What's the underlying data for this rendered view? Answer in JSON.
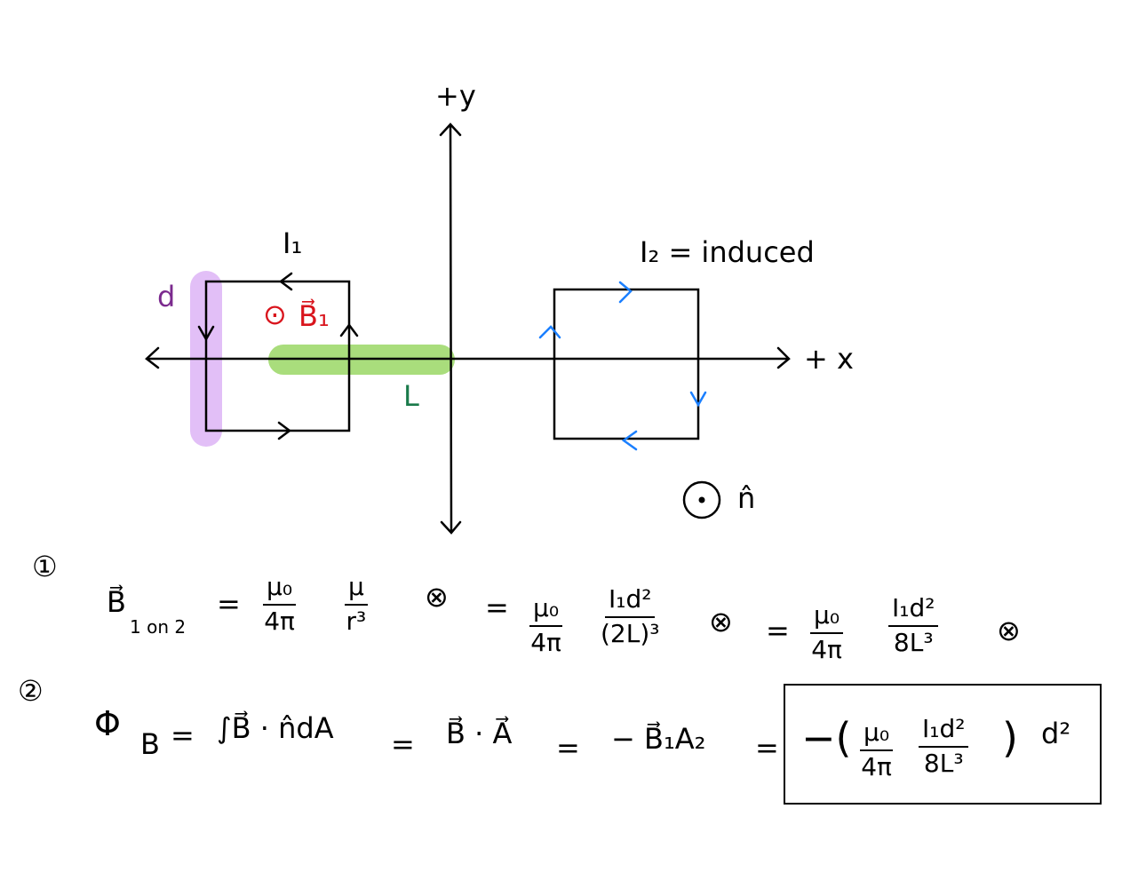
{
  "colors": {
    "ink": "#000000",
    "red": "#d9141c",
    "blue": "#1a7fff",
    "purple": "#7b2a8e",
    "purple_highlight": "#e2bff7",
    "green_text": "#1a7a4a",
    "green_highlight": "#a9dd7c"
  },
  "diagram": {
    "y_axis_label": "+y",
    "x_axis_label": "+ x",
    "loop1_current": "I₁",
    "d_label": "d",
    "b_field_symbol": "⊙",
    "b_field_label": "B⃗₁",
    "L_label": "L",
    "loop2_current": "I₂ = induced",
    "normal_symbol": "⊙",
    "normal_label": "n̂"
  },
  "eq1": {
    "number": "①",
    "lhs": "B⃗",
    "lhs_sub": "1 on 2",
    "eq": "=",
    "f1_num": "μ₀",
    "f1_den": "4π",
    "f2_num": "μ",
    "f2_den": "r³",
    "dir": "⊗",
    "f3_num": "μ₀",
    "f3_den": "4π",
    "f4_num": "I₁d²",
    "f4_den": "(2L)³",
    "f5_num": "μ₀",
    "f5_den": "4π",
    "f6_num": "I₁d²",
    "f6_den": "8L³"
  },
  "eq2": {
    "number": "②",
    "lhs": "Φ",
    "lhs_sub": "B",
    "eq": "=",
    "integral": "∫B⃗ · n̂dA",
    "dot": "B⃗ · A⃗",
    "prod": "− B⃗₁A₂",
    "box_minus": "−(",
    "box_close": ")",
    "box_f1_num": "μ₀",
    "box_f1_den": "4π",
    "box_f2_num": "I₁d²",
    "box_f2_den": "8L³",
    "box_tail": "d²"
  }
}
